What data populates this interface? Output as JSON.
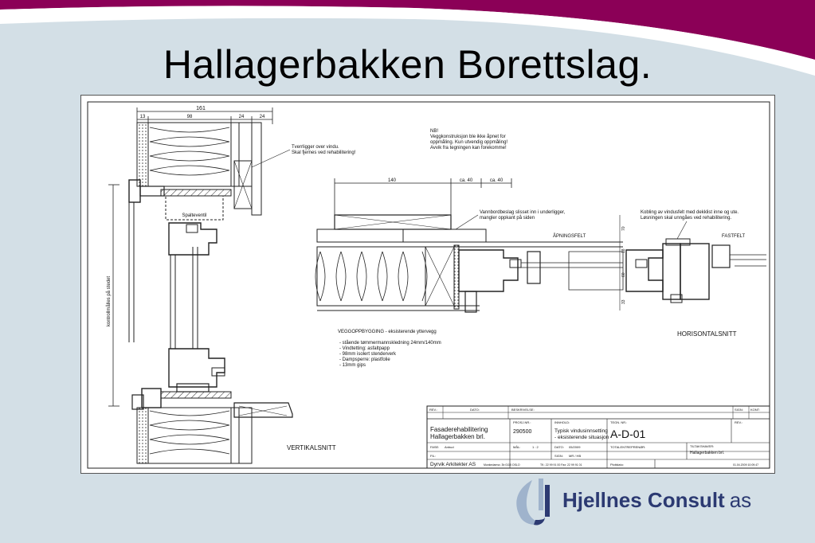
{
  "slide": {
    "title": "Hallagerbakken Borettslag.",
    "colors": {
      "band": "#8b0057",
      "background": "#d3dfe6",
      "logo_blue": "#2c3a72",
      "logo_light": "#9fb3cc"
    }
  },
  "drawing": {
    "dimensions": {
      "total": "161",
      "d13": "13",
      "d98": "98",
      "d24a": "24",
      "d24b": "24",
      "d140": "140",
      "ca40a": "ca. 40",
      "ca40b": "ca. 40",
      "d70": "70",
      "d18": "18",
      "d60": "60",
      "d33": "33"
    },
    "notes": {
      "nb_line1": "NB!",
      "nb_line2": "Veggkonstruksjon ble ikke åpnet for",
      "nb_line3": "oppmåling. Kun utvendig oppmåling!",
      "nb_line4": "Avvik fra tegningen kan forekomme!",
      "tverrligger_line1": "Tverrligger over vindu.",
      "tverrligger_line2": "Skal fjernes ved rehabilitering!",
      "spalteventil": "Spalteventil",
      "vannbord_line1": "Vannbordbeslag slisset inn i underligger,",
      "vannbord_line2": "mangler oppkant på siden",
      "kobling_line1": "Kobling av vindusfelt med dekklist inne og ute.",
      "kobling_line2": "Løsningen skal unngåes ved rehabilitering.",
      "apningsfelt": "ÅPNINGSFELT",
      "fastfelt": "FASTFELT",
      "kontrollmal": "kontrollmålles på stedet",
      "horisontalsnitt": "HORISONTALSNITT",
      "vertikalsnitt": "VERTIKALSNITT"
    },
    "wall_buildup": {
      "title": "VEGGOPPBYGGING - eksisterende yttervegg",
      "items": [
        "- stående tømmermannskledning 24mm/140mm",
        "- Vindtetting: asfaltpapp",
        "- 98mm isolert stenderverk",
        "- Dampsperre: plastfolie",
        "- 13mm gips"
      ]
    },
    "title_block": {
      "rev": "REV.:",
      "dato_h": "DATO:",
      "beskrivelse": "BESKRIVELSE:",
      "sign_h": "SIGN:",
      "kont": "KONT:",
      "project_line1": "Fasaderehabilitering",
      "project_line2": "Hallagerbakken brl.",
      "prosjnr_label": "PROSJ.NR.:",
      "prosjnr": "290500",
      "innhold_label": "INNHOLD:",
      "innhold_line1": "Typisk vindusinnsetting",
      "innhold_line2": "- eksisterende situasjon",
      "tegnnr_label": "TEGN. NR.:",
      "tegnnr": "A-D-01",
      "rev2": "REV.:",
      "fase_label": "FASE:",
      "fase": "Anbud",
      "mal_label": "MÅL:",
      "mal": "1 : 2",
      "dato_label": "DATO:",
      "dato": "05/2009",
      "totalentreprenor": "TOTALENTREPRENØR:",
      "tiltakshaver_label": "TILTAKSHAVER:",
      "tiltakshaver": "Hallagerbakken brl.",
      "fil_label": "FIL:",
      "sign_label": "SIGN:",
      "sign": "MR / HB",
      "firm": "Dyrvik Arkitekter AS",
      "address": "Munkedamsv. 3b   0115 OSLO",
      "tlf": "Tlf.: 22 99 91 00   Fax: 22 99 91 01",
      "plottdato_label": "Plottdato:",
      "plottdato": "01.04.2009 10:09:47"
    }
  },
  "logo": {
    "name": "Hjellnes Consult",
    "suffix": "as"
  }
}
